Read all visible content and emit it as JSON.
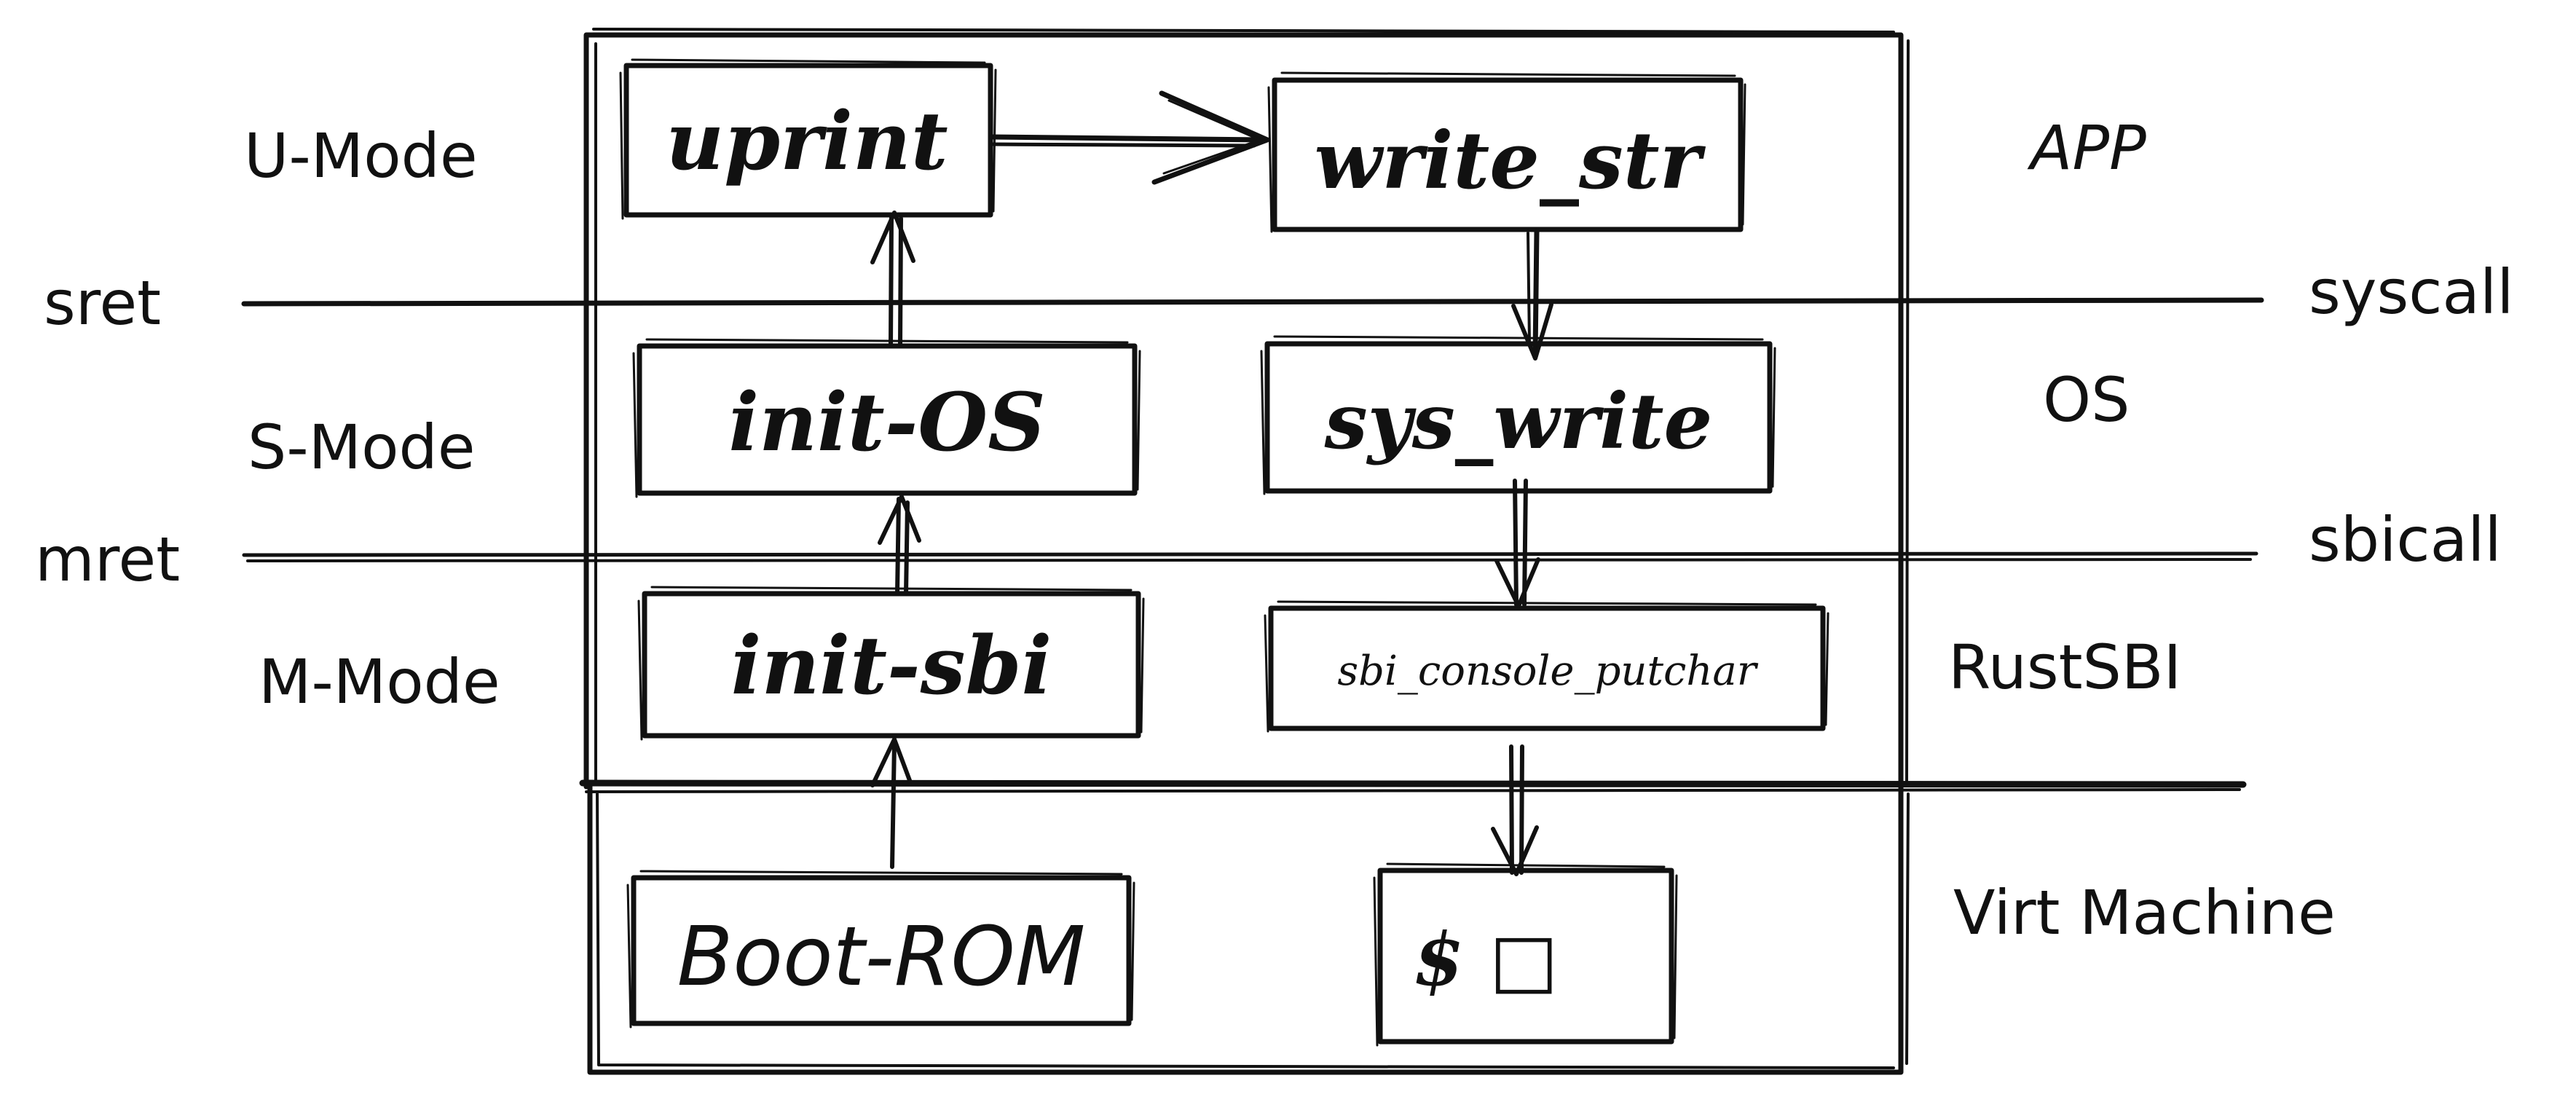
{
  "left_labels": {
    "u_mode": "U-Mode",
    "sret": "sret",
    "s_mode": "S-Mode",
    "mret": "mret",
    "m_mode": "M-Mode"
  },
  "right_labels": {
    "app": "APP",
    "syscall": "syscall",
    "os": "OS",
    "sbicall": "sbicall",
    "rustsbi": "RustSBI",
    "virt_machine": "Virt Machine"
  },
  "boxes": {
    "uprint": "uprint",
    "write_str": "write_str",
    "init_os": "init-OS",
    "sys_write": "sys_write",
    "init_sbi": "init-sbi",
    "sbi_console_putchar": "sbi_console_putchar",
    "boot_rom": "Boot-ROM",
    "terminal": "$ □"
  },
  "colors": {
    "ink": "#111111",
    "background": "#ffffff"
  }
}
